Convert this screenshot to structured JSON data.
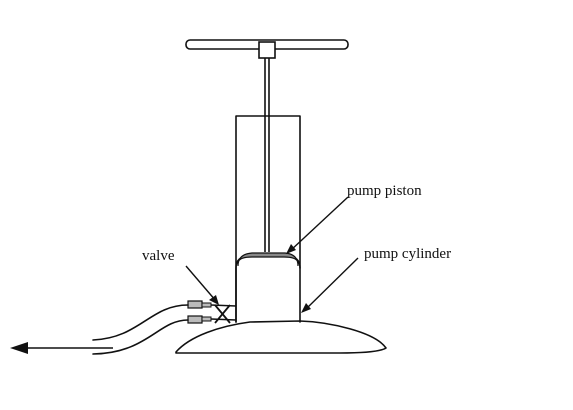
{
  "labels": {
    "piston": "pump piston",
    "cylinder": "pump cylinder",
    "valve": "valve"
  }
}
